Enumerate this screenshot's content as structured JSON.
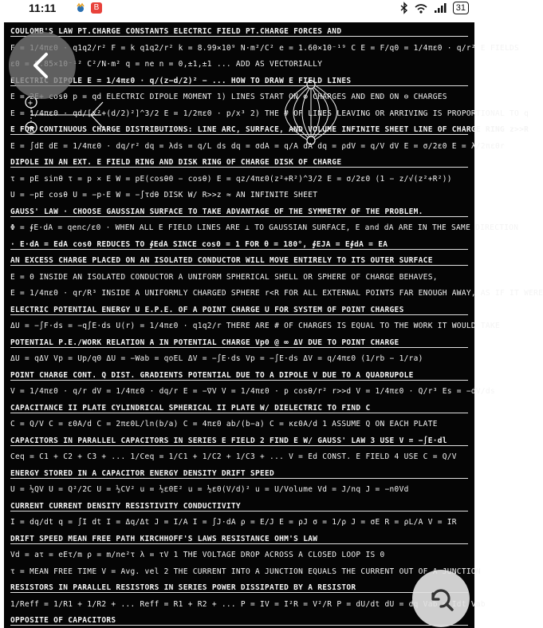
{
  "status_bar": {
    "time": "11:11",
    "battery": "31",
    "icons": [
      "bluetooth-icon",
      "wifi-icon",
      "lte-icon",
      "signal-icon",
      "battery-icon"
    ]
  },
  "controls": {
    "back_icon": "chevron-left-icon",
    "search_icon": "zoom-search-icon"
  },
  "sheet": {
    "rows": [
      "COULOMB'S LAW   PT.CHARGE        CONSTANTS                    ELECTRIC FIELD  PT.CHARGE   FORCES AND",
      "F = 1/4πε0 · q1q2/r²   F = k q1q2/r²   k = 8.99×10⁹ N·m²/C²  e = 1.60×10⁻¹⁹ C   E = F/q0 = 1/4πε0 · q/r²   E FIELDS",
      "ε0 = 8.85×10⁻¹² C²/N·m²   q = ne  n = 0,±1,±1 ...                              ADD AS VECTORIALLY",
      "ELECTRIC DIPOLE   E = 1/4πε0 · q/(z−d/2)² − ...   HOW TO DRAW E FIELD LINES",
      "E = 2E+ cosθ    p = qd  ELECTRIC DIPOLE MOMENT   1) LINES START ON ⊕ CHARGES AND END ON ⊖ CHARGES",
      "E = 1/4πε0 · qd/[x²+(d/2)²]^3/2    E = 1/2πε0 · p/x³   2) THE # OF LINES LEAVING OR ARRIVING IS PROPORTIONAL TO q",
      "E FOR CONTINUOUS CHARGE DISTRIBUTIONS: LINE ARC, SURFACE, AND VOLUME   INFINITE SHEET   LINE OF CHARGE  RING z>>R",
      "E = ∫dE   dE = 1/4πε0 · dq/r²   dq = λds = q/L ds   dq = σdA = q/A dA   dq = ρdV = q/V dV   E = σ/2ε0   E = λ/2πε0r",
      "DIPOLE IN AN EXT. E FIELD      RING AND DISK        RING OF CHARGE     DISK OF CHARGE",
      "τ = pE sinθ   τ = p × E   W = pE(cosθ0 − cosθ)   E = qz/4πε0(z²+R²)^3/2   E = σ/2ε0 (1 − z/√(z²+R²))",
      "U = −pE cosθ   U = −p·E   W = −∫τdθ                         DISK W/ R>>z ≈ AN INFINITE SHEET",
      "GAUSS' LAW  · CHOOSE GAUSSIAN SURFACE TO TAKE ADVANTAGE OF THE SYMMETRY OF THE PROBLEM.",
      "Φ = ∮E·dA = qenc/ε0   · WHEN ALL E FIELD LINES ARE ⊥ TO GAUSSIAN SURFACE, E and dA ARE IN THE SAME DIRECTION",
      "               · E·dA = EdA cos0 REDUCES TO ∮EdA SINCE cos0 = 1 FOR θ = 180°, ∮EJA = E∮dA = EA",
      "AN EXCESS CHARGE PLACED ON AN ISOLATED CONDUCTOR WILL MOVE ENTIRELY TO ITS OUTER SURFACE",
      "E = 0 INSIDE AN ISOLATED CONDUCTOR   A UNIFORM SPHERICAL SHELL OR SPHERE OF CHARGE BEHAVES,",
      "E = 1/4πε0 · qr/R³ INSIDE A UNIFORMLY CHARGED SPHERE r<R   FOR ALL EXTERNAL POINTS FAR ENOUGH AWAY, AS IF IT WERE",
      "ELECTRIC POTENTIAL ENERGY U   E.P.E. OF A POINT CHARGE   U FOR SYSTEM OF POINT CHARGES",
      "ΔU = −∫F·ds = −q∫E·ds   U(r) = 1/4πε0 · q1q2/r   THERE ARE # OF CHARGES IS EQUAL TO THE WORK IT WOULD TAKE",
      "      POTENTIAL   P.E./WORK RELATION   A IN POTENTIAL   CHARGE Vp0 @ ∞   ΔV DUE TO POINT CHARGE",
      "ΔU = qΔV   Vp = Up/q0   ΔU = −Wab = qoEL   ΔV = −∫E·ds   Vp = −∫E·ds   ΔV = q/4πε0 (1/rb − 1/ra)",
      "POINT CHARGE  CONT. Q DIST.  GRADIENTS    POTENTIAL DUE TO A DIPOLE     V DUE TO A QUADRUPOLE",
      "V = 1/4πε0 · q/r   dV = 1/4πε0 · dq/r   E = −∇V   V = 1/4πε0 · p cosθ/r²  r>>d   V = 1/4πε0 · Q/r³   Es = −dV/ds",
      "CAPACITANCE   II PLATE   CYLINDRICAL   SPHERICAL   II PLATE W/ DIELECTRIC   TO FIND C",
      "C = Q/V   C = ε0A/d   C = 2πε0L/ln(b/a)   C = 4πε0 ab/(b−a)   C = κε0A/d   1 ASSUME Q ON EACH PLATE",
      "CAPACITORS IN PARALLEL    CAPACITORS IN SERIES   E FIELD   2 FIND E W/ GAUSS' LAW   3 USE V = −∫E·dl",
      "Ceq = C1 + C2 + C3 + ...   1/Ceq = 1/C1 + 1/C2 + 1/C3 + ...   V = Ed  CONST. E FIELD   4 USE C = Q/V",
      "ENERGY STORED IN A CAPACITOR   ENERGY DENSITY                                DRIFT SPEED",
      "U = ½QV   U = Q²/2C   U = ½CV²   u = ½ε0E²   u = ½ε0(V/d)²   u = U/Volume   Vd = J/nq   J = −n0Vd",
      "CURRENT            CURRENT DENSITY       RESISTIVITY   CONDUCTIVITY",
      "I = dq/dt   q = ∫I dt   I = Δq/Δt   J = I/A   I = ∫J·dA   ρ = E/J   E = ρJ   σ = 1/ρ   J = σE   R = ρL/A   V = IR",
      "DRIFT SPEED              MEAN FREE PATH   KIRCHHOFF'S LAWS                RESISTANCE   OHM'S LAW",
      "Vd = aτ = eEτ/m   ρ = m/ne²τ   λ = τV   1 THE VOLTAGE DROP ACROSS A CLOSED LOOP IS 0",
      "τ = MEAN FREE TIME   V = Avg. vel   2 THE CURRENT INTO A JUNCTION EQUALS THE CURRENT OUT OF A JUNCTION",
      "RESISTORS IN PARALLEL   RESISTORS IN SERIES   POWER DISSIPATED BY A RESISTOR",
      "1/Reff = 1/R1 + 1/R2 + ...   Reff = R1 + R2 + ...   P = IV = I²R = V²/R   P = dU/dt   dU = dq Vab = Idt Vab",
      "OPPOSITE OF CAPACITORS"
    ]
  }
}
